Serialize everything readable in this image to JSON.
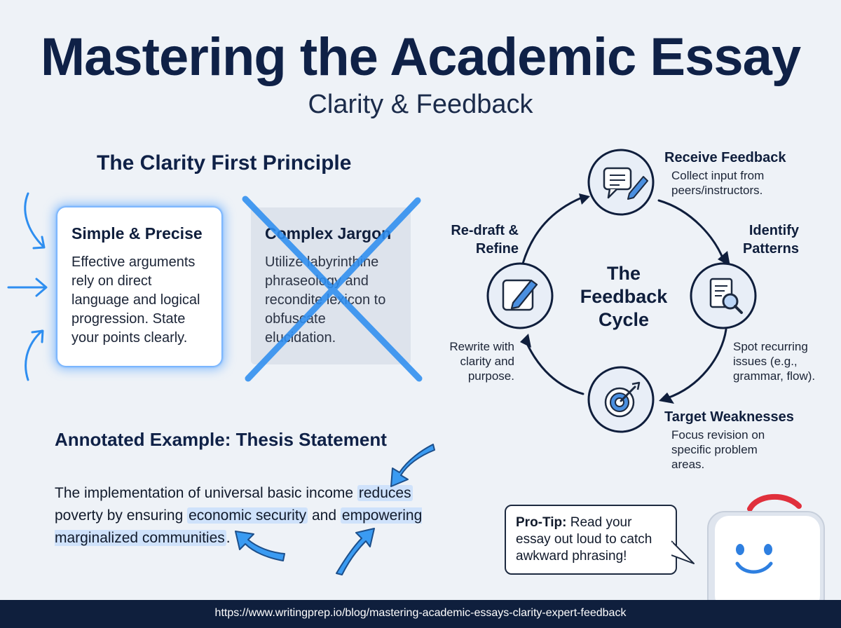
{
  "header": {
    "title": "Mastering the Academic Essay",
    "subtitle": "Clarity & Feedback"
  },
  "clarity": {
    "heading": "The Clarity First Principle",
    "simple_card": {
      "title": "Simple & Precise",
      "body": "Effective arguments rely on direct language and logical progression. State your points clearly."
    },
    "jargon_card": {
      "title": "Complex Jargon",
      "body": "Utilize labyrinthine phraseology and recondite lexicon to obfuscate elucidation."
    }
  },
  "annotated": {
    "heading": "Annotated Example: Thesis Statement",
    "thesis_parts": [
      {
        "text": "The implementation of universal basic income ",
        "highlight": false
      },
      {
        "text": "reduces",
        "highlight": true
      },
      {
        "text": " poverty by ensuring ",
        "highlight": false
      },
      {
        "text": "economic security",
        "highlight": true
      },
      {
        "text": " and ",
        "highlight": false
      },
      {
        "text": "empowering marginalized communities",
        "highlight": true
      },
      {
        "text": ".",
        "highlight": false
      }
    ]
  },
  "cycle": {
    "center_title": "The Feedback Cycle",
    "steps": [
      {
        "label": "Receive Feedback",
        "desc": "Collect input from peers/instructors.",
        "icon": "chat-pencil-icon"
      },
      {
        "label": "Identify Patterns",
        "desc": "Spot recurring issues (e.g., grammar, flow).",
        "icon": "document-magnifier-icon"
      },
      {
        "label": "Target Weaknesses",
        "desc": "Focus revision on specific problem areas.",
        "icon": "target-dart-icon"
      },
      {
        "label": "Re-draft & Refine",
        "desc": "Rewrite with clarity and purpose.",
        "icon": "edit-square-icon"
      }
    ]
  },
  "protip": {
    "label": "Pro-Tip:",
    "text": " Read your essay out loud to catch awkward phrasing!"
  },
  "footer": {
    "url": "https://www.writingprep.io/blog/mastering-academic-essays-clarity-expert-feedback"
  },
  "colors": {
    "navy": "#0f2147",
    "accent_blue": "#2e8ef0",
    "highlight": "#cfe2fb",
    "robot_antenna": "#e0303c"
  }
}
